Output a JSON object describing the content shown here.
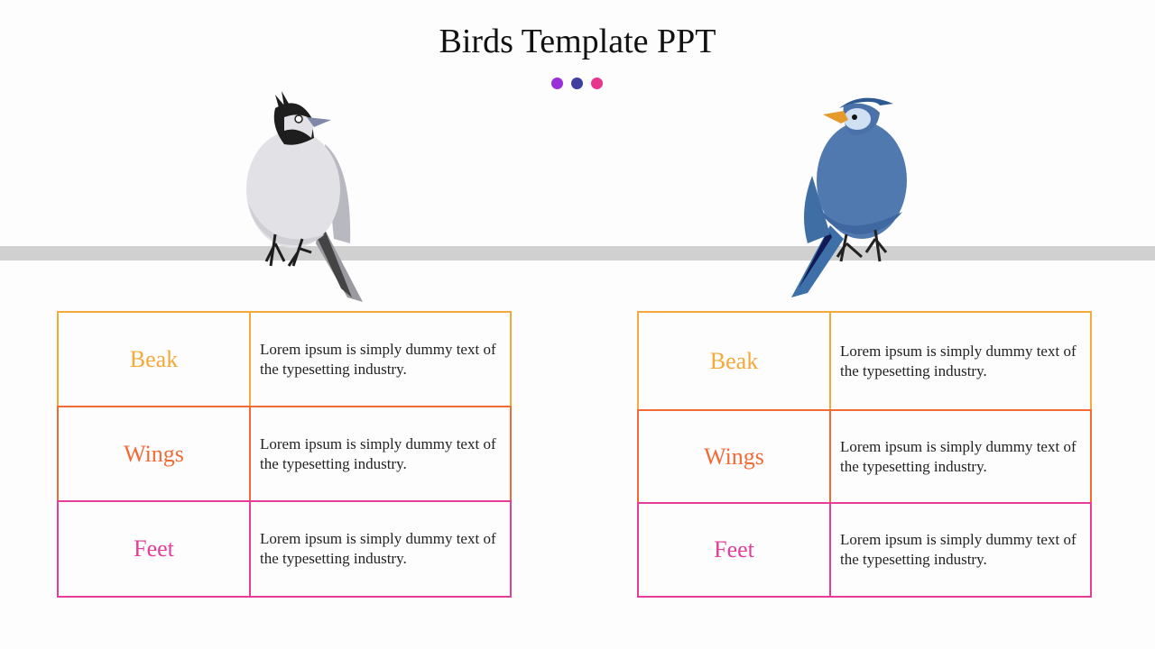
{
  "title": "Birds Template PPT",
  "colors": {
    "dot1": "#9b30d9",
    "dot2": "#3f3fa0",
    "dot3": "#e8368f",
    "beak": "#f5a93a",
    "wings": "#f26a36",
    "feet": "#e43e98"
  },
  "tables": [
    {
      "rows": [
        {
          "label": "Beak",
          "text": "Lorem ipsum is simply dummy text of the typesetting industry."
        },
        {
          "label": "Wings",
          "text": "Lorem ipsum is simply dummy text of the typesetting industry."
        },
        {
          "label": "Feet",
          "text": "Lorem ipsum is simply dummy text of the typesetting industry."
        }
      ]
    },
    {
      "rows": [
        {
          "label": "Beak",
          "text": "Lorem ipsum is simply dummy text of the typesetting industry."
        },
        {
          "label": "Wings",
          "text": "Lorem ipsum is simply dummy text of the typesetting industry."
        },
        {
          "label": "Feet",
          "text": "Lorem ipsum is simply dummy text of the typesetting industry."
        }
      ]
    }
  ]
}
